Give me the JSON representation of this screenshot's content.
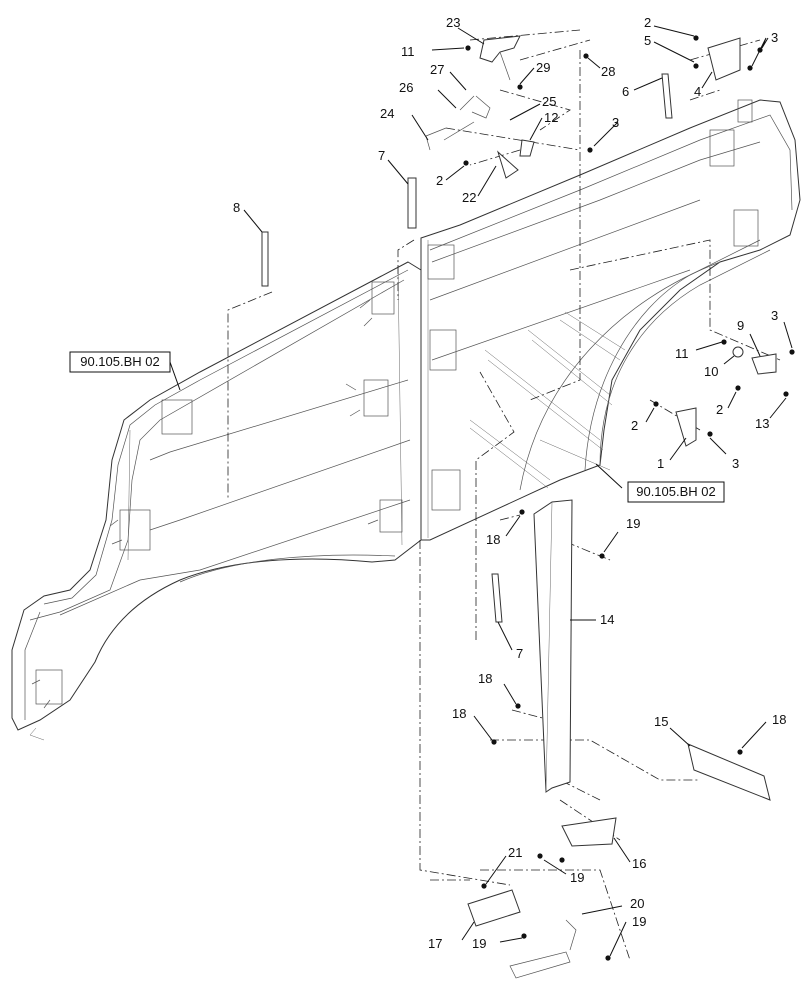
{
  "references": {
    "top": "90.105.BH 02",
    "right": "90.105.BH 02"
  },
  "callouts": {
    "c1": "1",
    "c2a": "2",
    "c2b": "2",
    "c2c": "2",
    "c2d": "2",
    "c3a": "3",
    "c3b": "3",
    "c3c": "3",
    "c3d": "3",
    "c4": "4",
    "c5": "5",
    "c6": "6",
    "c7a": "7",
    "c7b": "7",
    "c8": "8",
    "c9": "9",
    "c10": "10",
    "c11a": "11",
    "c11b": "11",
    "c12": "12",
    "c13": "13",
    "c14": "14",
    "c15": "15",
    "c16": "16",
    "c17": "17",
    "c18a": "18",
    "c18b": "18",
    "c18c": "18",
    "c18d": "18",
    "c19a": "19",
    "c19b": "19",
    "c19c": "19",
    "c19d": "19",
    "c20": "20",
    "c21": "21",
    "c22": "22",
    "c23": "23",
    "c24": "24",
    "c25": "25",
    "c26": "26",
    "c27": "27",
    "c28": "28",
    "c29": "29"
  }
}
